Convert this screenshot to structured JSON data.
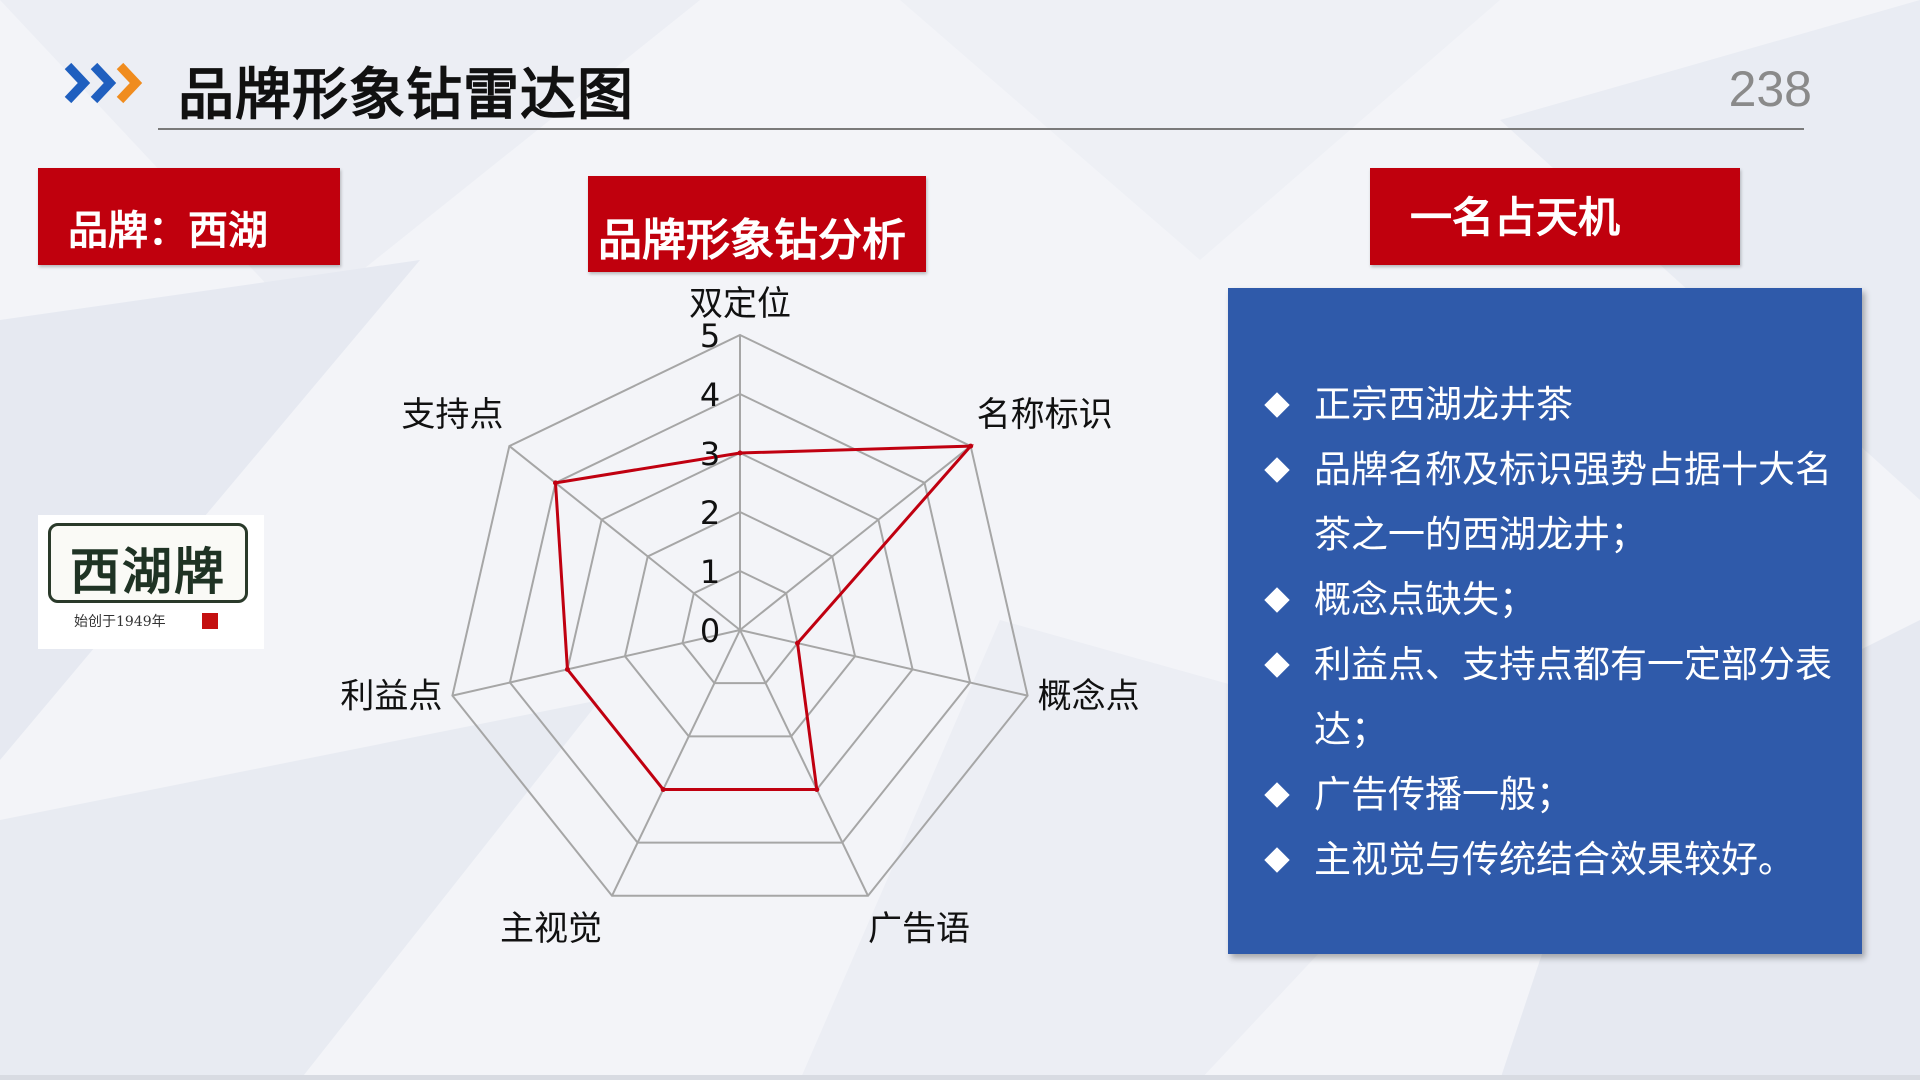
{
  "header": {
    "title": "品牌形象钻雷达图",
    "page_number": "238"
  },
  "labels": {
    "brand": "品牌：西湖",
    "analysis": "品牌形象钻分析",
    "slogan": "一名占天机"
  },
  "logo": {
    "text": "西湖牌",
    "since": "始创于1949年"
  },
  "info_panel": {
    "items": [
      "正宗西湖龙井茶",
      "品牌名称及标识强势占据十大名茶之一的西湖龙井；",
      "概念点缺失；",
      "利益点、支持点都有一定部分表达；",
      "广告传播一般；",
      "主视觉与传统结合效果较好。"
    ]
  },
  "colors": {
    "accent_red": "#c0000d",
    "panel_blue": "#2f5aaa",
    "series_line": "#c00010",
    "grid": "#a6a6a6",
    "arrow_blue": "#1f5fbf",
    "arrow_orange": "#f08c1e"
  },
  "icons": [
    "chevron-right-icon",
    "diamond-bullet-icon"
  ],
  "chart_data": {
    "type": "radar",
    "categories": [
      "双定位",
      "名称标识",
      "概念点",
      "广告语",
      "主视觉",
      "利益点",
      "支持点"
    ],
    "values": [
      3,
      5,
      1,
      3,
      3,
      3,
      4
    ],
    "ticks": [
      0,
      1,
      2,
      3,
      4,
      5
    ],
    "rlim": [
      0,
      5
    ],
    "grid": true,
    "legend": "none"
  }
}
